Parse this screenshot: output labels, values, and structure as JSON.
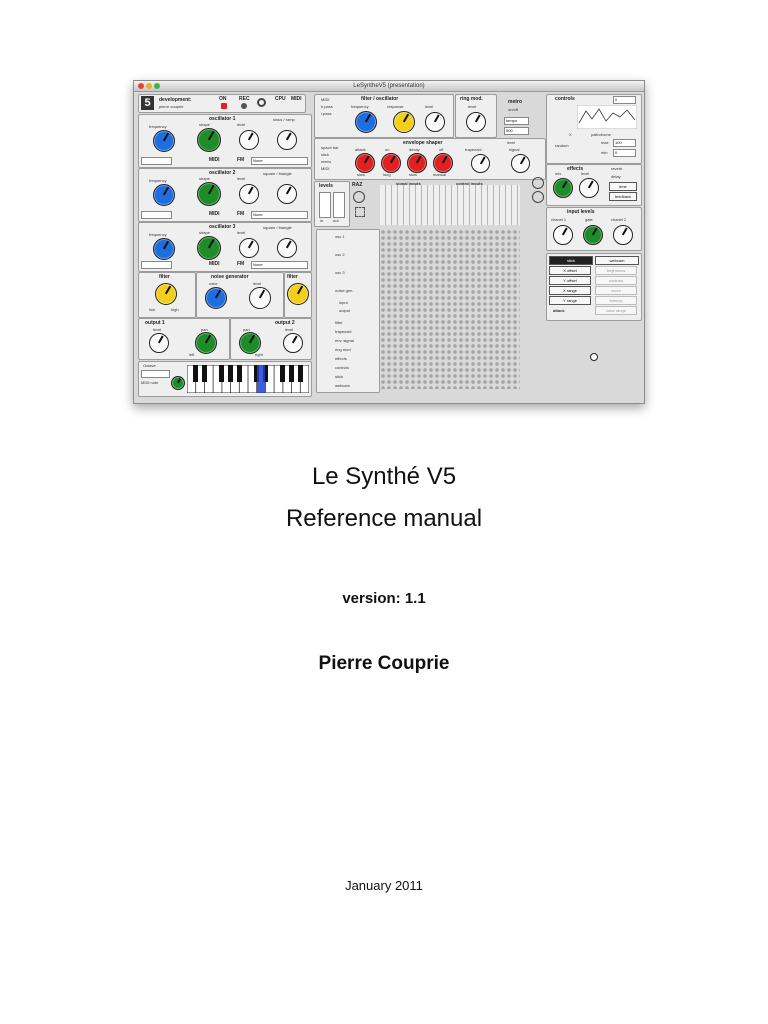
{
  "document": {
    "title": "Le Synthé V5",
    "subtitle": "Reference manual",
    "version": "version: 1.1",
    "author": "Pierre Couprie",
    "date": "January 2011"
  },
  "screenshot": {
    "window_title": "LeSyntheV5 (presentation)",
    "logo": "5",
    "header": {
      "development": "development:",
      "dev_name": "pierre couprie",
      "on": "ON",
      "rec": "REC",
      "cpu": "CPU",
      "midi": "MIDI"
    },
    "oscillators": [
      {
        "title": "oscillator 1",
        "frequency": "frequency",
        "shape": "shape",
        "level": "level",
        "wave": "sinus / ramp"
      },
      {
        "title": "oscillator 2",
        "frequency": "frequency",
        "shape": "shape",
        "level": "level",
        "wave": "square / triangle"
      },
      {
        "title": "oscillator 3",
        "frequency": "frequency",
        "shape": "shape",
        "level": "level",
        "wave": "square / triangle"
      }
    ],
    "midi_label": "MIDI",
    "fm_label": "FM",
    "none_option": "None",
    "filter_osc": {
      "title": "filter / oscillator",
      "modes": [
        "MIDI",
        "h.pass",
        "l.pass"
      ],
      "frequency": "frequency",
      "response": "response",
      "level": "level"
    },
    "ring_mod": {
      "title": "ring mod.",
      "level": "level"
    },
    "metro": {
      "title": "metro",
      "onoff": "on/off",
      "values": [
        "tempo",
        "500"
      ]
    },
    "controls": {
      "title": "controls",
      "value": "0",
      "random": "random",
      "palindrome": "palindrome",
      "max_label": "max",
      "max": "100",
      "min_label": "min",
      "min": "0",
      "x": "X"
    },
    "envelope": {
      "title": "envelope shaper",
      "sources": [
        "space bar",
        "stick",
        "metro",
        "MIDI"
      ],
      "knobs": [
        "attack",
        "on",
        "decay",
        "off"
      ],
      "trapezoid": "trapezoid",
      "signal": "signal",
      "level": "level",
      "sub": [
        "slow",
        "long",
        "slow",
        "manual"
      ]
    },
    "levels": {
      "title": "levels",
      "in": "in",
      "out": "out",
      "raz": "RAZ"
    },
    "matrix": {
      "signal_inputs": "signal inputs",
      "control_inputs": "control inputs",
      "rows": [
        "osc 1",
        "osc 2",
        "osc 3",
        "noise gen.",
        "input",
        "output",
        "filter",
        "trapezoid",
        "env. signal",
        "ring mod",
        "effects",
        "controls",
        "stick",
        "webcam"
      ]
    },
    "filters": {
      "filter_label": "filter",
      "low": "low",
      "high": "high",
      "output1": "output 1",
      "output2": "output 2",
      "level": "level",
      "pan": "pan",
      "left": "left",
      "right": "right"
    },
    "noise": {
      "title": "noise generator",
      "color": "color",
      "level": "level"
    },
    "effects": {
      "title": "effects",
      "mix": "mix",
      "level": "level",
      "options": [
        "reverb",
        "delay",
        "time",
        "feedback"
      ]
    },
    "input_levels": {
      "title": "input levels",
      "chanel1": "chanel 1",
      "gate": "gate",
      "chanel2": "chanel 2"
    },
    "stick_webcam": {
      "tabs": [
        "stick",
        "webcam"
      ],
      "left": [
        "X offset",
        "Y offset",
        "X range",
        "Y range",
        "attack"
      ],
      "right": [
        "brightness",
        "contrast",
        "zoom",
        "latency",
        "color range"
      ]
    },
    "keyboard": {
      "octave": "Octave",
      "midi_label": "MIDI note"
    },
    "colors": {
      "blue": "#1f6ee0",
      "green": "#1f8c2a",
      "yellow": "#f2cf1a",
      "red": "#e32020"
    }
  }
}
